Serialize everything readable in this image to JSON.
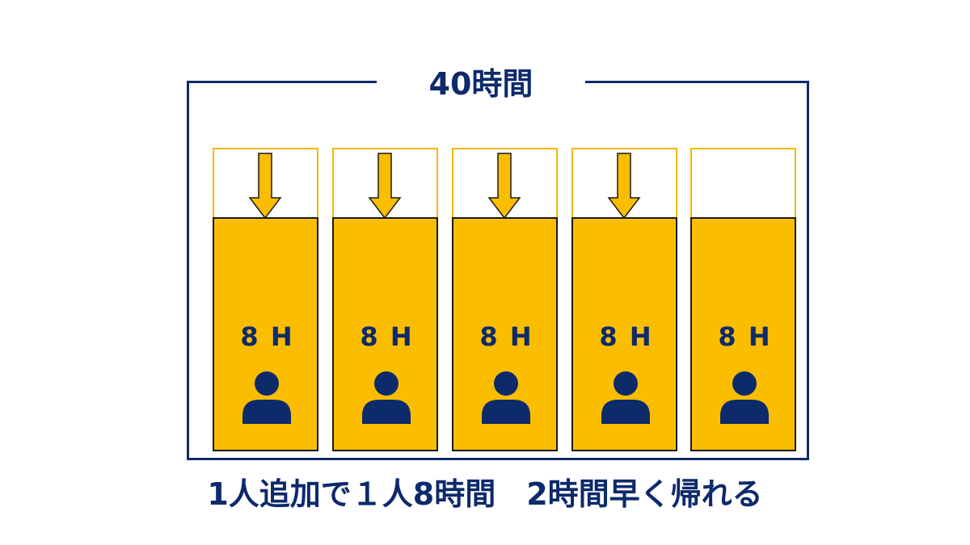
{
  "diagram": {
    "title": "40時間",
    "caption": "1人追加で１人8時間　2時間早く帰れる",
    "colors": {
      "navy": "#0d2a6b",
      "yellow": "#fbbd00",
      "yellow_outline": "#f5b800"
    },
    "columns": [
      {
        "label": "8 H",
        "icon": "person-icon",
        "arrow": "arrow-down-icon"
      },
      {
        "label": "8 H",
        "icon": "person-icon",
        "arrow": "arrow-down-icon"
      },
      {
        "label": "8 H",
        "icon": "person-icon",
        "arrow": "arrow-down-icon"
      },
      {
        "label": "8 H",
        "icon": "person-icon",
        "arrow": "arrow-down-icon"
      },
      {
        "label": "8 H",
        "icon": "person-icon",
        "arrow": null
      }
    ]
  }
}
